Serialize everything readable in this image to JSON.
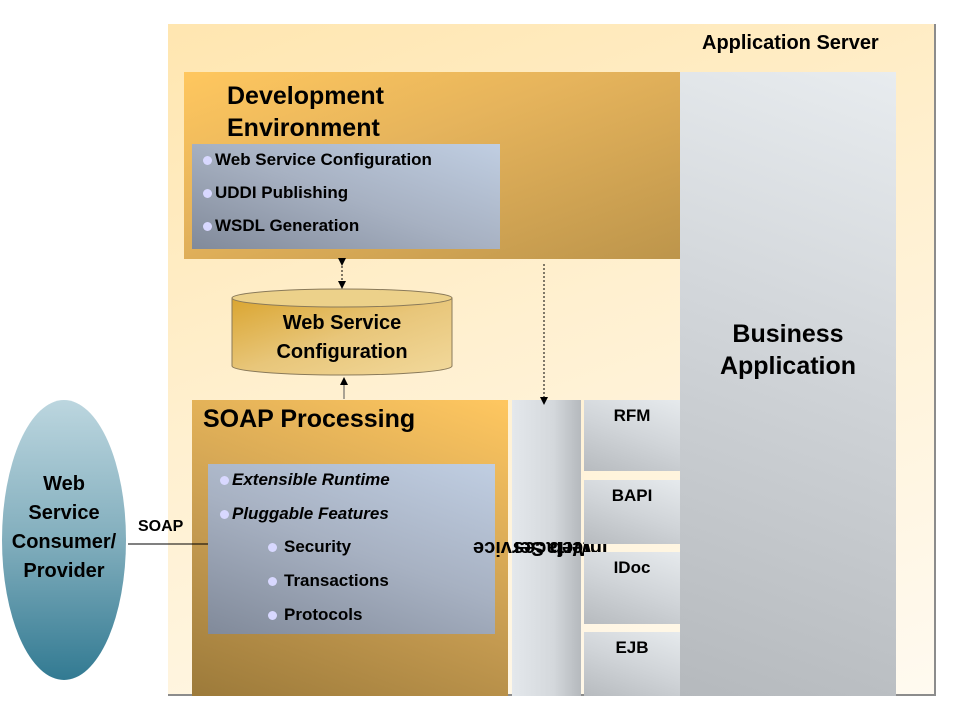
{
  "application_server": {
    "label": "Application Server"
  },
  "development_environment": {
    "title_line1": "Development",
    "title_line2": "Environment",
    "items": [
      "Web Service Configuration",
      "UDDI Publishing",
      "WSDL Generation"
    ]
  },
  "config_store": {
    "line1": "Web Service",
    "line2": "Configuration"
  },
  "soap_processing": {
    "title": "SOAP Processing",
    "items": [
      "Extensible Runtime",
      "Pluggable Features"
    ],
    "sub_items": [
      "Security",
      "Transactions",
      "Protocols"
    ]
  },
  "web_service_interfaces": {
    "line1": "Web Service",
    "line2": "Interfaces"
  },
  "interfaces": [
    "RFM",
    "BAPI",
    "IDoc",
    "EJB"
  ],
  "business_application": {
    "line1": "Business",
    "line2": "Application"
  },
  "consumer": {
    "lines": [
      "Web",
      "Service",
      "Consumer/",
      "Provider"
    ]
  },
  "connection": {
    "label": "SOAP"
  },
  "colors": {
    "dev_env": "#e6b45c",
    "list_box": "#a7b1c2",
    "business_app": "#d3d7db",
    "consumer_top": "#b8d3dc",
    "consumer_bottom": "#3a7f95"
  }
}
